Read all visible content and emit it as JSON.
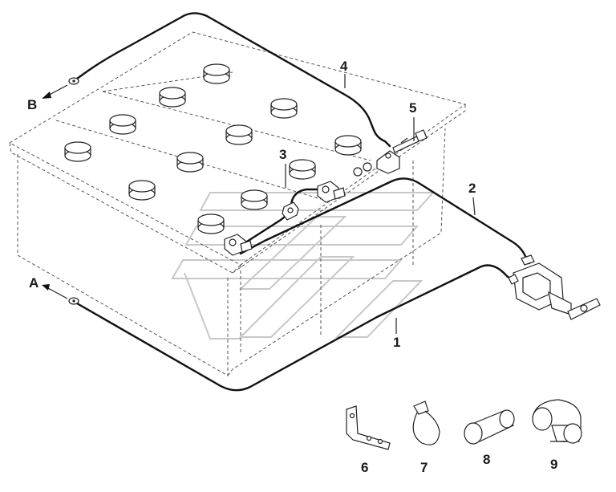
{
  "diagram": {
    "callouts": {
      "c1": "1",
      "c2": "2",
      "c3": "3",
      "c4": "4",
      "c5": "5",
      "c6": "6",
      "c7": "7",
      "c8": "8",
      "c9": "9"
    },
    "direction_labels": {
      "a": "A",
      "b": "B"
    }
  }
}
